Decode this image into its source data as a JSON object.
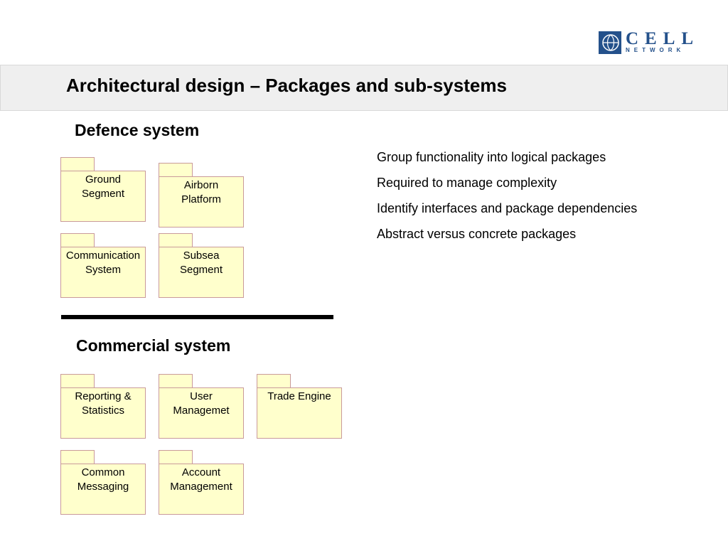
{
  "logo": {
    "word": "CELL",
    "sub": "NETWORK",
    "color": "#24518b"
  },
  "title": "Architectural design – Packages and sub-systems",
  "defence": {
    "heading": "Defence system",
    "packages": [
      {
        "label": "Ground\nSegment"
      },
      {
        "label": "Airborn\nPlatform"
      },
      {
        "label": "Communication\nSystem"
      },
      {
        "label": "Subsea\nSegment"
      }
    ]
  },
  "commercial": {
    "heading": "Commercial system",
    "packages": [
      {
        "label": "Reporting &\nStatistics"
      },
      {
        "label": "User\nManagemet"
      },
      {
        "label": "Trade Engine"
      },
      {
        "label": "Common\nMessaging"
      },
      {
        "label": "Account\nManagement"
      }
    ]
  },
  "bullets": [
    "Group functionality into logical packages",
    "Required to manage complexity",
    "Identify interfaces and package dependencies",
    "Abstract versus concrete packages"
  ],
  "colors": {
    "package_fill": "#ffffcc",
    "package_border": "#c99a9a",
    "title_band": "#efefef"
  }
}
